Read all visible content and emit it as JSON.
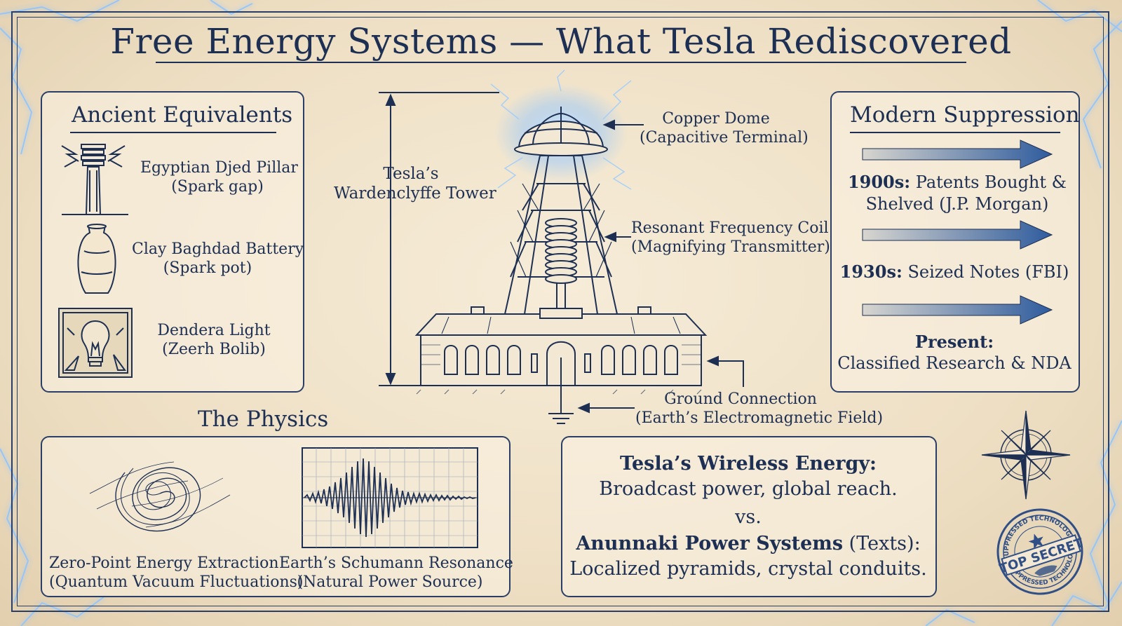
{
  "title": "Free Energy Systems — What Tesla Rediscovered",
  "ancient": {
    "heading": "Ancient Equivalents",
    "items": [
      {
        "name": "Egyptian Djed Pillar",
        "note": "(Spark gap)"
      },
      {
        "name": "Clay Baghdad Battery",
        "note": "(Spark pot)"
      },
      {
        "name": "Dendera Light",
        "note": "(Zeerh Bolib)"
      }
    ]
  },
  "tower": {
    "label_line1": "Tesla’s",
    "label_line2": "Wardenclyffe Tower",
    "dome": {
      "name": "Copper Dome",
      "note": "(Capacitive Terminal)"
    },
    "coil": {
      "name": "Resonant Frequency Coil",
      "note": "(Magnifying Transmitter)"
    },
    "ground": {
      "name": "Ground Connection",
      "note": "(Earth’s Electromagnetic Field)"
    }
  },
  "modern": {
    "heading": "Modern Suppression",
    "items": [
      {
        "bold": "1900s:",
        "text": " Patents Bought & Shelved (J.P. Morgan)"
      },
      {
        "bold": "1930s:",
        "text": " Seized Notes (FBI)"
      },
      {
        "bold": "Present:",
        "text": "Classified Research & NDA"
      }
    ]
  },
  "physics": {
    "heading": "The Physics",
    "items": [
      {
        "name": "Zero-Point Energy Extraction",
        "note": "(Quantum Vacuum Fluctuations)"
      },
      {
        "name": "Earth’s Schumann Resonance",
        "note": "(Natural Power Source)"
      }
    ]
  },
  "comparison": {
    "a_title": "Tesla’s Wireless Energy:",
    "a_text": "Broadcast power, global reach.",
    "vs": "vs.",
    "b_title": "Anunnaki Power Systems",
    "b_suffix": " (Texts):",
    "b_text": "Localized pyramids, crystal conduits."
  },
  "stamp": {
    "main": "TOP SECRET",
    "ring_top": "SUPPRESSED TECHNOLOGY",
    "ring_bottom": "SUPPRESSED TECHNOLOGY"
  },
  "colors": {
    "ink": "#1d2f52",
    "paper": "#efe3cc",
    "glow": "#7fb8ff",
    "arrow": "#2f5c9e"
  }
}
